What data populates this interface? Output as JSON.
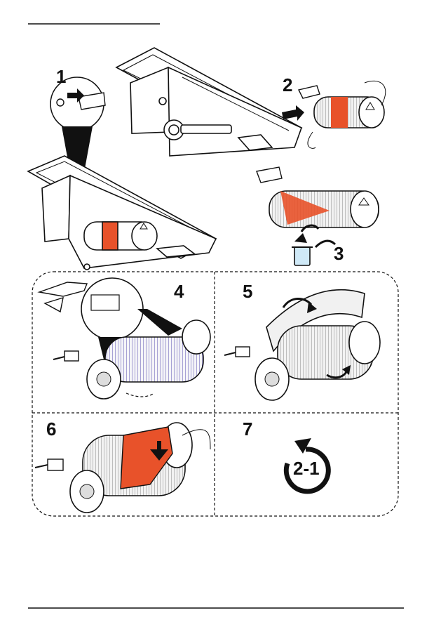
{
  "document": {
    "header_rule": true,
    "footer_rule": true
  },
  "steps": [
    {
      "number": "1"
    },
    {
      "number": "2"
    },
    {
      "number": "3"
    },
    {
      "number": "4"
    },
    {
      "number": "5"
    },
    {
      "number": "6"
    },
    {
      "number": "7"
    }
  ],
  "restart_label": "2-1",
  "colors": {
    "accent_band": "#e8522a",
    "line": "#111111",
    "recycle_bin": "#cfe9f7"
  }
}
